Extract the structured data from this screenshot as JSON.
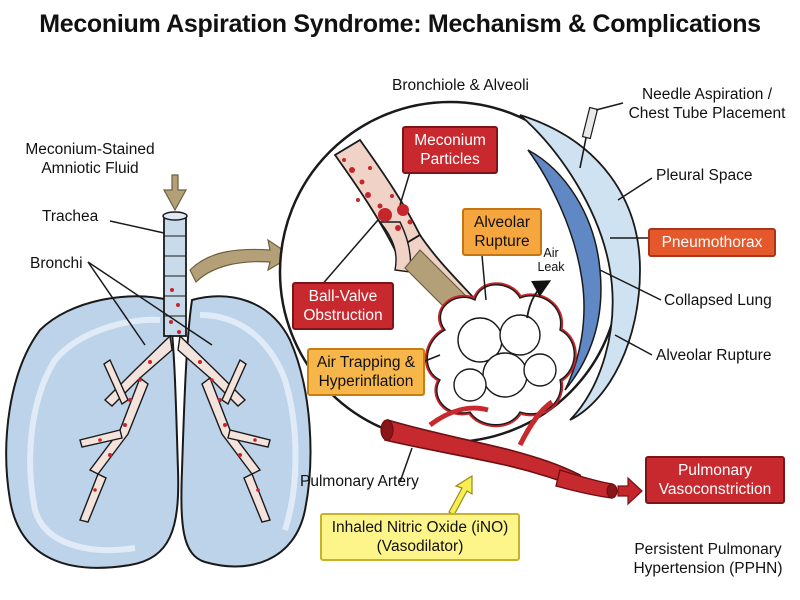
{
  "title": "Meconium Aspiration Syndrome: Mechanism & Complications",
  "labels": {
    "fluid": [
      "Meconium-Stained",
      "Amniotic Fluid"
    ],
    "trachea": "Trachea",
    "bronchi": "Bronchi",
    "bronchiole": "Bronchiole & Alveoli",
    "needle": [
      "Needle Aspiration /",
      "Chest Tube Placement"
    ],
    "pleural": "Pleural Space",
    "collapsed": "Collapsed Lung",
    "alveolar_rupture_right": "Alveolar Rupture",
    "pulmonary_artery": "Pulmonary Artery",
    "pphn": [
      "Persistent Pulmonary",
      "Hypertension (PPHN)"
    ],
    "air_leak": [
      "Air",
      "Leak"
    ]
  },
  "tags": {
    "meconium_particles": [
      "Meconium",
      "Particles"
    ],
    "alveolar_rupture": [
      "Alveolar",
      "Rupture"
    ],
    "ball_valve": [
      "Ball-Valve",
      "Obstruction"
    ],
    "air_trapping": [
      "Air Trapping &",
      "Hyperinflation"
    ],
    "pneumothorax": "Pneumothorax",
    "vasoconstriction": [
      "Pulmonary",
      "Vasoconstriction"
    ],
    "ino": [
      "Inhaled Nitric Oxide (iNO)",
      "(Vasodilator)"
    ]
  },
  "colors": {
    "lung_fill": "#bcd3ea",
    "lung_stroke": "#1a1a1a",
    "tissue": "#f1d2c6",
    "meconium": "#c4262c",
    "artery": "#c62a2f",
    "tag_red": "#c8292e",
    "tag_orange": "#f7b64a",
    "tag_yellow": "#fdf48a",
    "arrow_tan": "#b3a078"
  }
}
